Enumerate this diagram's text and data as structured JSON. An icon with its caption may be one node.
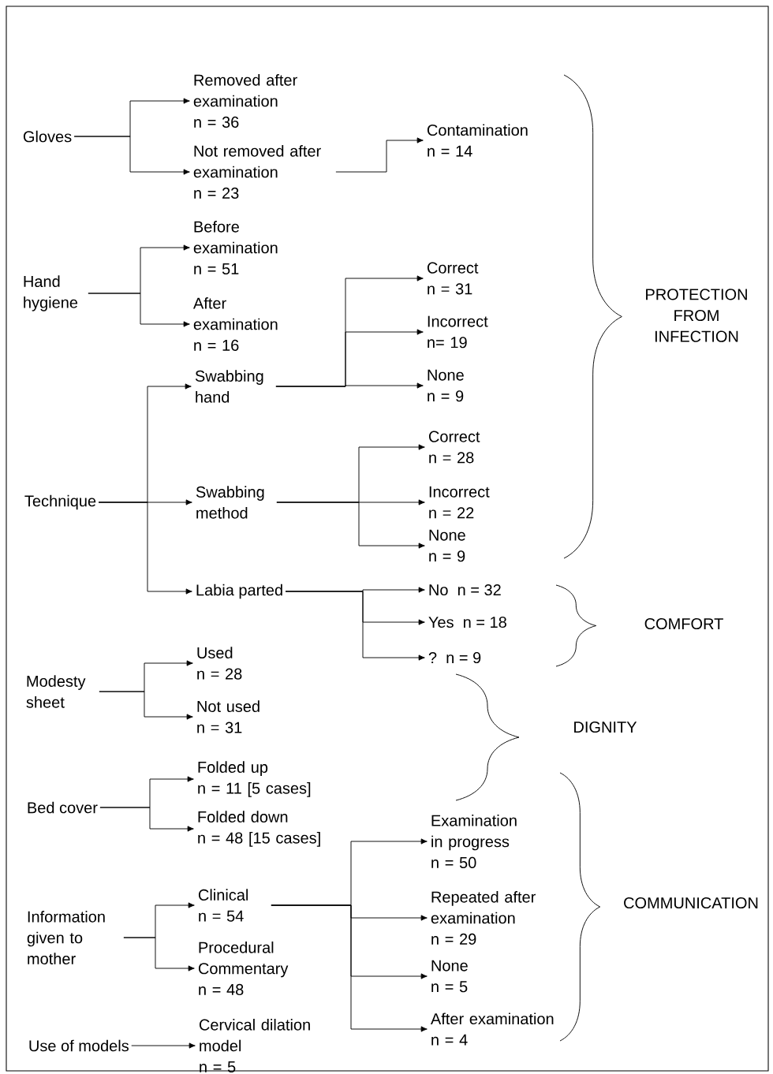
{
  "diagram": {
    "nodes": [
      {
        "text": [
          "Gloves"
        ]
      },
      {
        "text": [
          "Removed after examination",
          "n = 36"
        ]
      },
      {
        "text": [
          "Not removed after examination",
          "n = 23"
        ]
      },
      {
        "text": [
          "Contamination",
          "n = 14"
        ]
      },
      {
        "text": [
          "Hand hygiene"
        ]
      },
      {
        "text": [
          "Before examination",
          "n = 51"
        ]
      },
      {
        "text": [
          "After examination",
          "n = 16"
        ]
      },
      {
        "text": [
          "Correct",
          "n = 31"
        ]
      },
      {
        "text": [
          "Incorrect",
          "n= 19"
        ]
      },
      {
        "text": [
          "Swabbing hand"
        ]
      },
      {
        "text": [
          "None",
          "n = 9"
        ]
      },
      {
        "text": [
          "Technique"
        ]
      },
      {
        "text": [
          "Correct",
          "n = 28"
        ]
      },
      {
        "text": [
          "Swabbing method"
        ]
      },
      {
        "text": [
          "Incorrect",
          "n = 22"
        ]
      },
      {
        "text": [
          "None",
          "n = 9"
        ]
      },
      {
        "text": [
          "Labia parted"
        ]
      },
      {
        "text": [
          "No",
          "n = 32"
        ]
      },
      {
        "text": [
          "Yes",
          "n = 18"
        ]
      },
      {
        "text": [
          "?",
          "n = 9"
        ]
      },
      {
        "text": [
          "Modesty sheet"
        ]
      },
      {
        "text": [
          "Used",
          "n = 28"
        ]
      },
      {
        "text": [
          "Not used",
          "n = 31"
        ]
      },
      {
        "text": [
          "Bed cover"
        ]
      },
      {
        "text": [
          "Folded up",
          "n = 11 [5 cases]"
        ]
      },
      {
        "text": [
          "Folded down",
          "n = 48 [15 cases]"
        ]
      },
      {
        "text": [
          "Examination in progress",
          "n = 50"
        ]
      },
      {
        "text": [
          "Information given to mother"
        ]
      },
      {
        "text": [
          "Clinical",
          "n = 54"
        ]
      },
      {
        "text": [
          "Procedural Commentary",
          "n = 48"
        ]
      },
      {
        "text": [
          "Repeated after examination",
          "n = 29"
        ]
      },
      {
        "text": [
          "None",
          "n = 5"
        ]
      },
      {
        "text": [
          "Use of models"
        ]
      },
      {
        "text": [
          "Cervical dilation model",
          "n = 5"
        ]
      },
      {
        "text": [
          "After examination",
          "n = 4"
        ]
      }
    ],
    "edges": [
      {
        "from": 0,
        "to": 1,
        "arrow": "to"
      },
      {
        "from": 0,
        "to": 2,
        "arrow": "to"
      },
      {
        "from": 2,
        "to": 3,
        "arrow": "to"
      },
      {
        "from": 4,
        "to": 5,
        "arrow": "to"
      },
      {
        "from": 4,
        "to": 6,
        "arrow": "to"
      },
      {
        "from": 9,
        "to": 7,
        "arrow": "to"
      },
      {
        "from": 9,
        "to": 8,
        "arrow": "to"
      },
      {
        "from": 9,
        "to": 10,
        "arrow": "to"
      },
      {
        "from": 11,
        "to": 9,
        "arrow": "to"
      },
      {
        "from": 11,
        "to": 13,
        "arrow": "to"
      },
      {
        "from": 11,
        "to": 16,
        "arrow": "to"
      },
      {
        "from": 13,
        "to": 12,
        "arrow": "to"
      },
      {
        "from": 13,
        "to": 14,
        "arrow": "to"
      },
      {
        "from": 13,
        "to": 15,
        "arrow": "to"
      },
      {
        "from": 16,
        "to": 17,
        "arrow": "to"
      },
      {
        "from": 16,
        "to": 18,
        "arrow": "to"
      },
      {
        "from": 16,
        "to": 19,
        "arrow": "to"
      },
      {
        "from": 20,
        "to": 21,
        "arrow": "to"
      },
      {
        "from": 20,
        "to": 22,
        "arrow": "to"
      },
      {
        "from": 23,
        "to": 24,
        "arrow": "to"
      },
      {
        "from": 23,
        "to": 25,
        "arrow": "to"
      },
      {
        "from": 28,
        "to": 26,
        "arrow": "to"
      },
      {
        "from": 28,
        "to": 30,
        "arrow": "to"
      },
      {
        "from": 28,
        "to": 31,
        "arrow": "to"
      },
      {
        "from": 28,
        "to": 34,
        "arrow": "to"
      },
      {
        "from": 27,
        "to": 28,
        "arrow": "to"
      },
      {
        "from": 27,
        "to": 29,
        "arrow": "to"
      },
      {
        "from": 32,
        "to": 33,
        "arrow": "to"
      }
    ],
    "labels": [
      "PROTECTION FROM INFECTION",
      "COMFORT",
      "DIGNITY",
      "COMMUNICATION"
    ]
  }
}
